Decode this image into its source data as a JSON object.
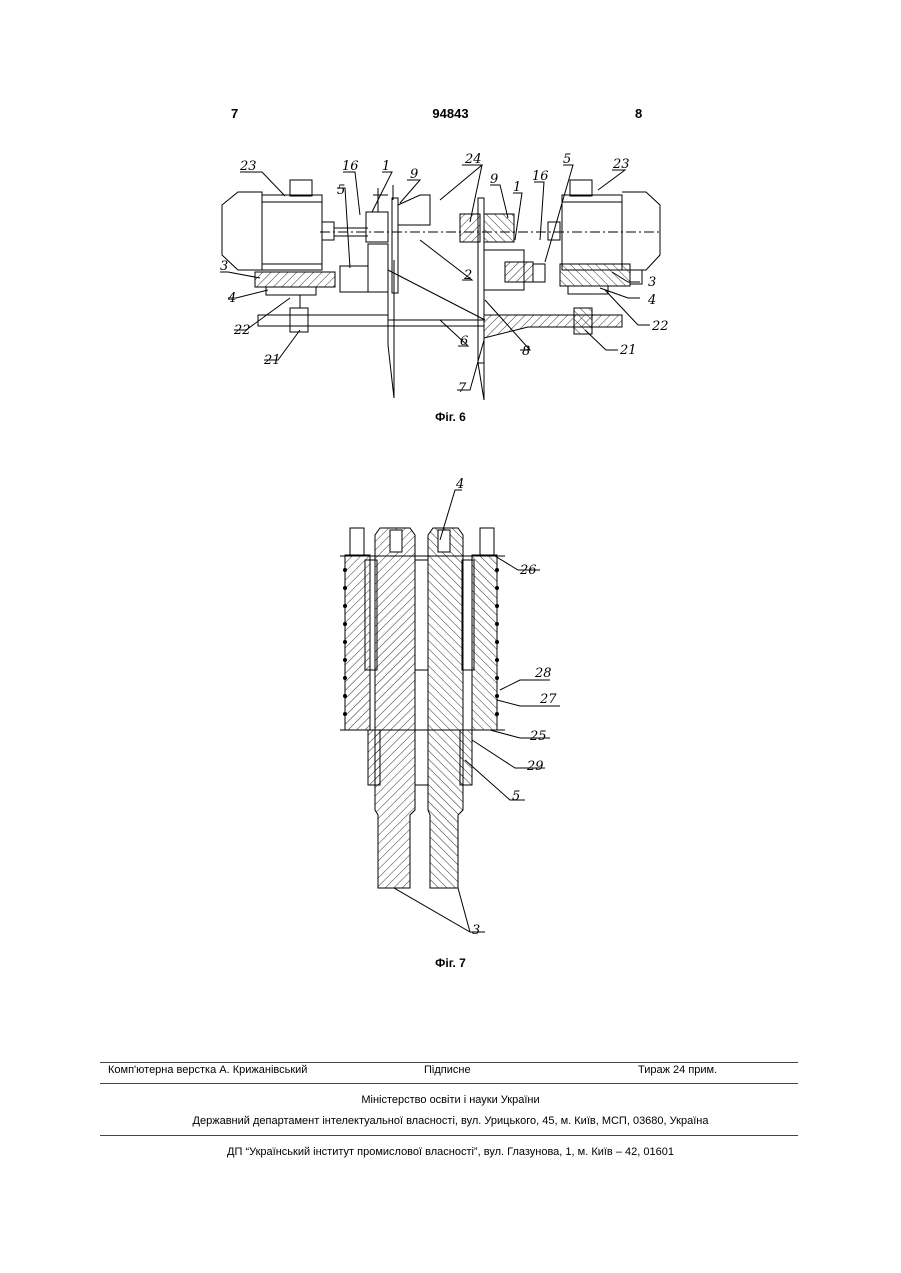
{
  "header": {
    "page_left": "7",
    "patent_number": "94843",
    "page_right": "8"
  },
  "figure6": {
    "caption": "Фіг. 6",
    "labels": [
      "23",
      "16",
      "1",
      "5",
      "9",
      "24",
      "9",
      "1",
      "16",
      "5",
      "23",
      "3",
      "4",
      "22",
      "21",
      "2",
      "2",
      "6",
      "8",
      "7",
      "3",
      "4",
      "22",
      "21"
    ]
  },
  "figure7": {
    "caption": "Фіг. 7",
    "labels": [
      "4",
      "26",
      "28",
      "27",
      "25",
      "29",
      "5",
      "3"
    ]
  },
  "imprint": {
    "layout": "Комп'ютерна верстка А. Крижанівський",
    "signed": "Підписне",
    "circulation": "Тираж 24 прим.",
    "ministry": "Міністерство освіти і науки України",
    "department": "Державний департамент інтелектуальної власності, вул. Урицького, 45, м. Київ, МСП, 03680, Україна",
    "publisher": "ДП “Український інститут промислової власності”, вул. Глазунова, 1, м. Київ – 42, 01601"
  }
}
